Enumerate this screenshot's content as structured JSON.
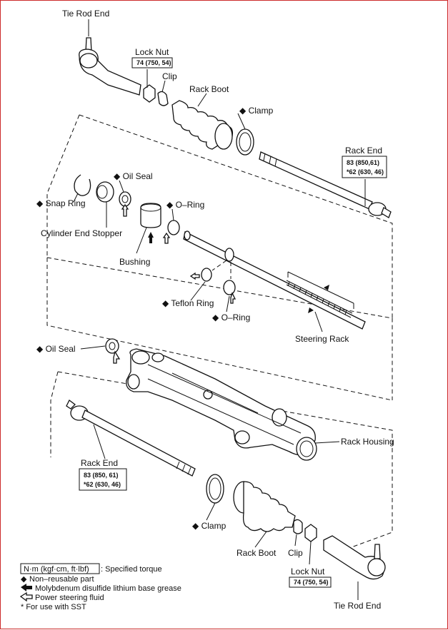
{
  "labels": {
    "tie_rod_end_top": "Tie Rod End",
    "lock_nut_top": "Lock Nut",
    "lock_nut_torque_top": "74 (750, 54)",
    "clip_top": "Clip",
    "rack_boot_top": "Rack Boot",
    "clamp_top": "Clamp",
    "rack_end_top": "Rack End",
    "rack_end_torque_top_1": "83 (850,61)",
    "rack_end_torque_top_2": "*62 (630, 46)",
    "snap_ring": "Snap Ring",
    "oil_seal_top": "Oil Seal",
    "cylinder_end_stopper": "Cylinder End Stopper",
    "o_ring_top": "O–Ring",
    "bushing": "Bushing",
    "teflon_ring": "Teflon Ring",
    "o_ring_mid": "O–Ring",
    "steering_rack": "Steering Rack",
    "oil_seal_mid": "Oil Seal",
    "rack_housing": "Rack Housing",
    "rack_end_bottom": "Rack End",
    "rack_end_torque_bottom_1": "83 (850, 61)",
    "rack_end_torque_bottom_2": "*62 (630, 46)",
    "clamp_bottom": "Clamp",
    "rack_boot_bottom": "Rack Boot",
    "clip_bottom": "Clip",
    "lock_nut_bottom": "Lock Nut",
    "lock_nut_torque_bottom": "74 (750, 54)",
    "tie_rod_end_bottom": "Tie Rod End"
  },
  "legend": {
    "torque_unit": "N·m (kgf·cm, ft·lbf)",
    "torque_desc": ": Specified torque",
    "non_reusable": "Non–reusable part",
    "molybdenum": "Molybdenum disulfide lithium base grease",
    "power_steering": "Power steering fluid",
    "sst": "* For use with SST"
  },
  "colors": {
    "frame": "#cc2a2a",
    "ink": "#111111"
  }
}
